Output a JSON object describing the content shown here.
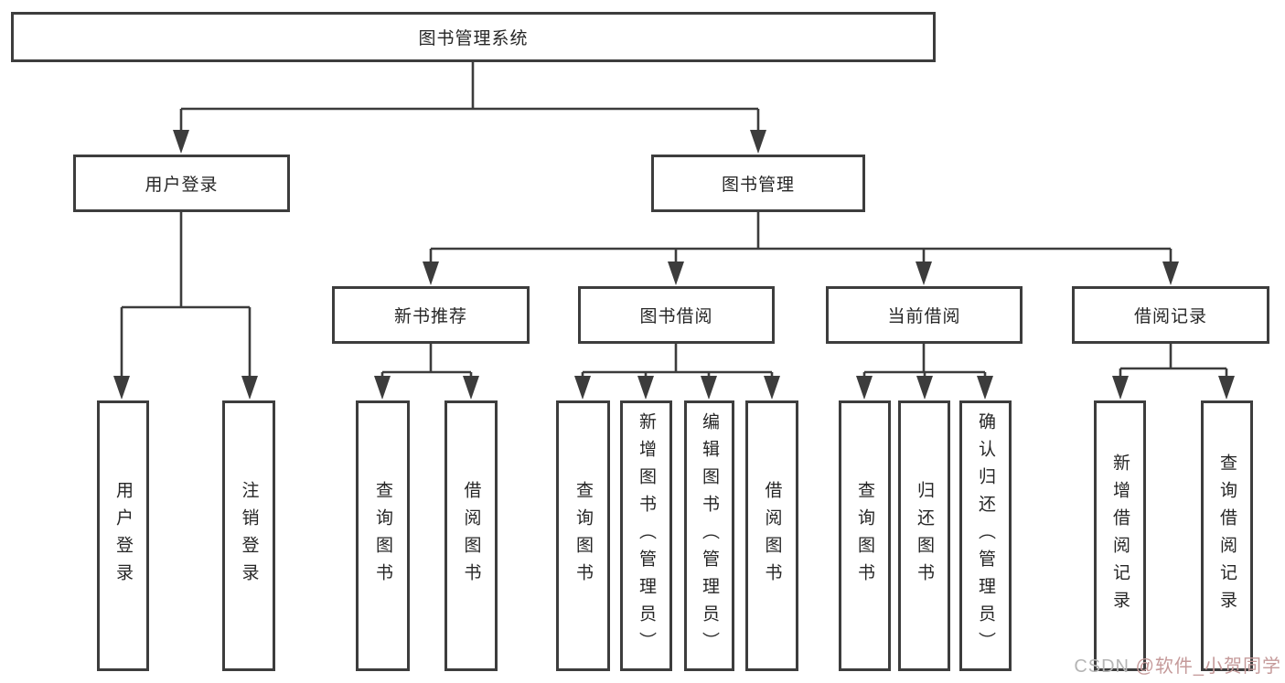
{
  "diagram": {
    "root": {
      "label": "图书管理系统"
    },
    "level1": {
      "user_login": {
        "label": "用户登录"
      },
      "book_management": {
        "label": "图书管理"
      }
    },
    "level2": {
      "new_book": {
        "label": "新书推荐"
      },
      "borrow": {
        "label": "图书借阅"
      },
      "current": {
        "label": "当前借阅"
      },
      "records": {
        "label": "借阅记录"
      }
    },
    "leaves": {
      "user_login": {
        "label": "用户登录"
      },
      "logout": {
        "label": "注销登录"
      },
      "nb_query": {
        "label": "查询图书"
      },
      "nb_borrow": {
        "label": "借阅图书"
      },
      "bb_query": {
        "label": "查询图书"
      },
      "bb_add": {
        "label": "新增图书（管理员）"
      },
      "bb_edit": {
        "label": "编辑图书（管理员）"
      },
      "bb_borrow": {
        "label": "借阅图书"
      },
      "cb_query": {
        "label": "查询图书"
      },
      "cb_return": {
        "label": "归还图书"
      },
      "cb_confirm": {
        "label": "确认归还（管理员）"
      },
      "br_add": {
        "label": "新增借阅记录"
      },
      "br_query": {
        "label": "查询借阅记录"
      }
    }
  },
  "watermark": {
    "prefix": "CSDN ",
    "handle": "@软件_小贺同学"
  },
  "colors": {
    "line": "#3c3c3c",
    "border": "#3d3d3d",
    "text": "#262626"
  }
}
